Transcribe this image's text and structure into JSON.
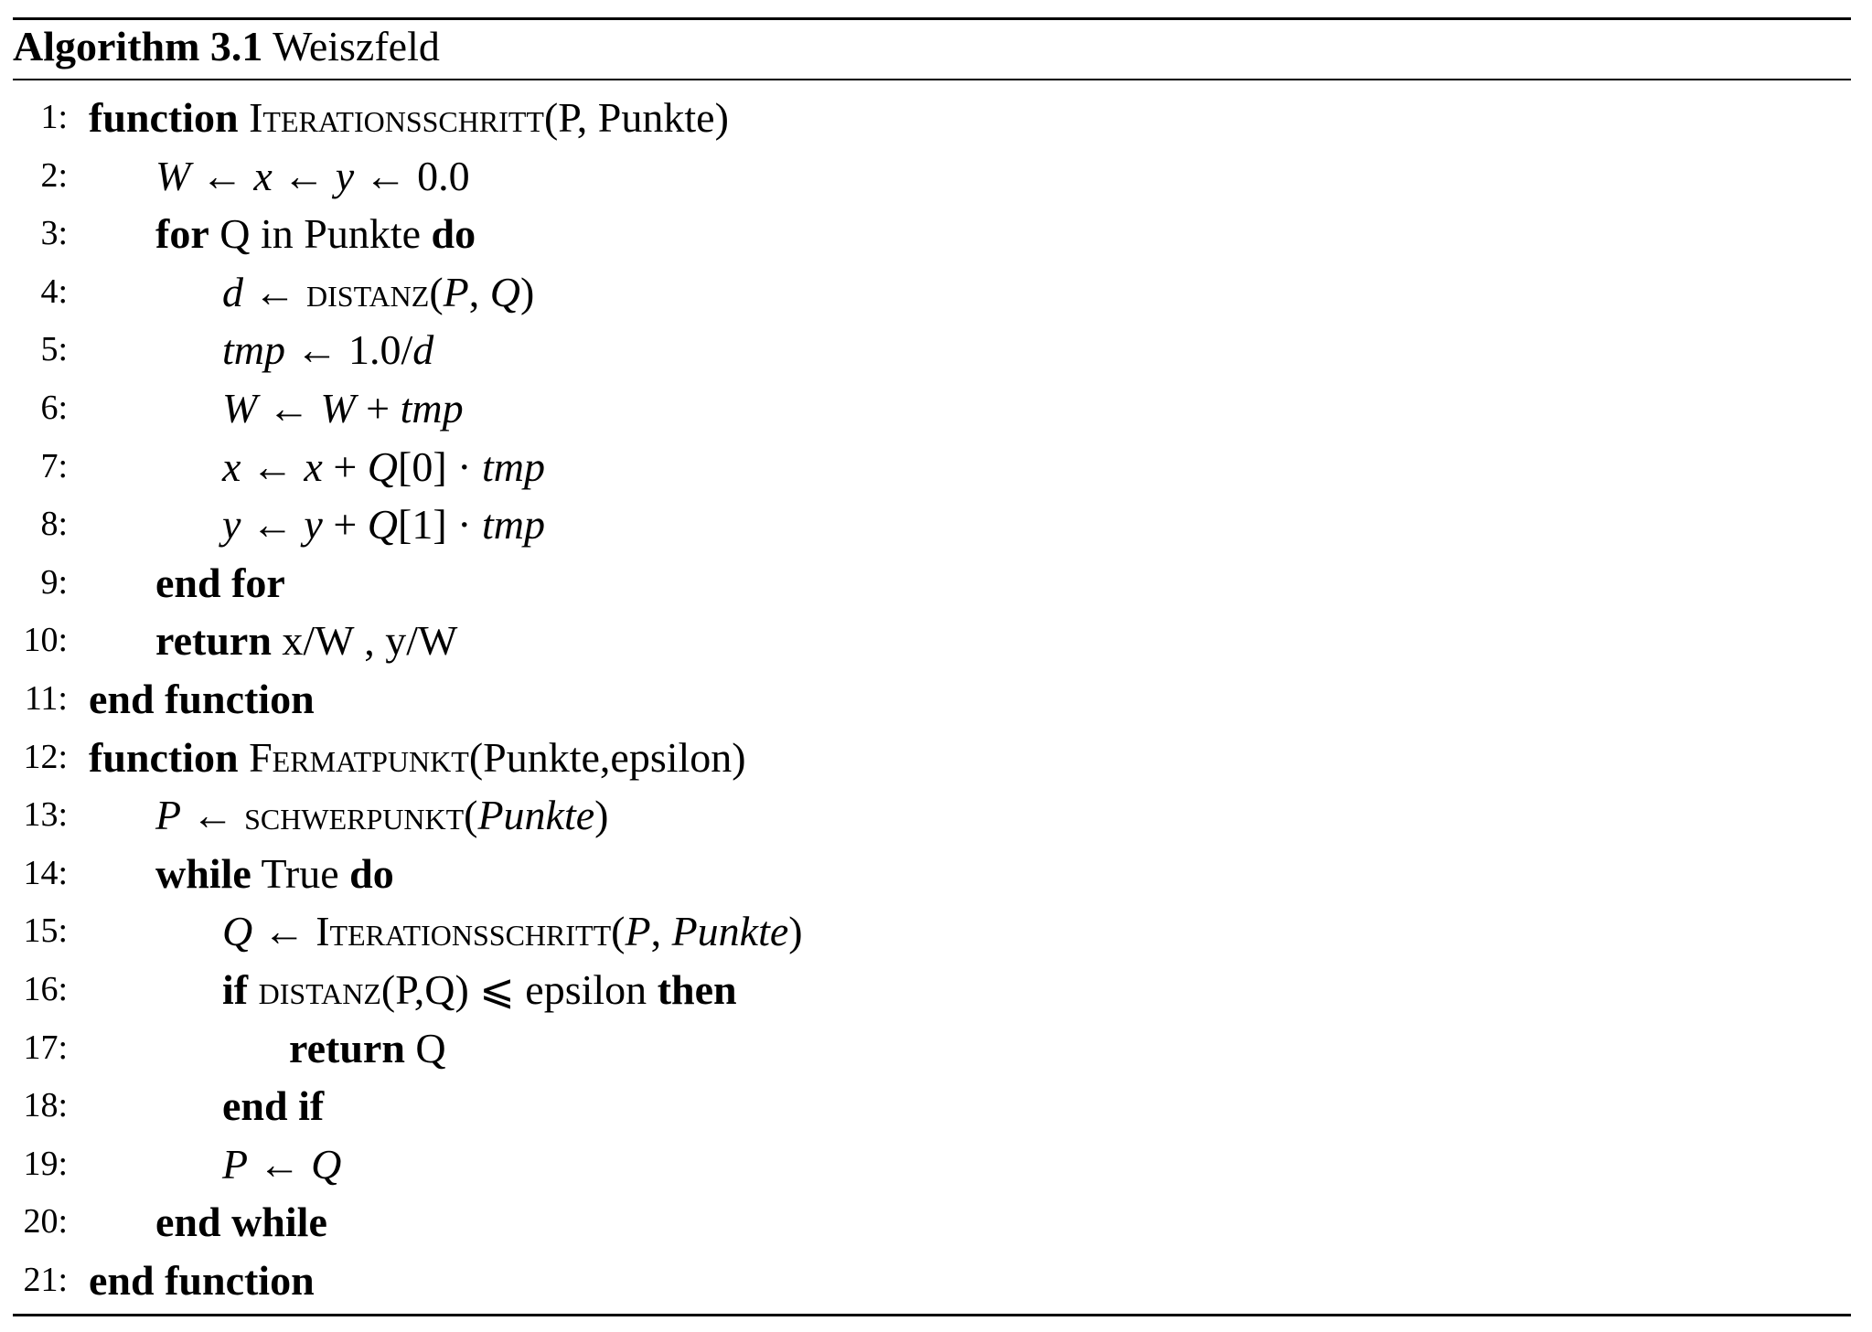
{
  "algorithm": {
    "label": "Algorithm 3.1",
    "name": "Weiszfeld"
  },
  "lines": [
    {
      "number": "1:",
      "indent": 0,
      "tokens": [
        {
          "t": "function",
          "s": "kw"
        },
        {
          "t": " "
        },
        {
          "t": "Iterationsschritt",
          "s": "sc"
        },
        {
          "t": "(P, Punkte)"
        }
      ]
    },
    {
      "number": "2:",
      "indent": 1,
      "tokens": [
        {
          "t": "W",
          "s": "it"
        },
        {
          "t": " ← "
        },
        {
          "t": "x",
          "s": "it"
        },
        {
          "t": " ← "
        },
        {
          "t": "y",
          "s": "it"
        },
        {
          "t": " ← 0.0"
        }
      ]
    },
    {
      "number": "3:",
      "indent": 1,
      "tokens": [
        {
          "t": "for",
          "s": "kw"
        },
        {
          "t": " Q in Punkte "
        },
        {
          "t": "do",
          "s": "kw"
        }
      ]
    },
    {
      "number": "4:",
      "indent": 2,
      "tokens": [
        {
          "t": "d",
          "s": "it"
        },
        {
          "t": " ← "
        },
        {
          "t": "distanz",
          "s": "sc"
        },
        {
          "t": "("
        },
        {
          "t": "P",
          "s": "it"
        },
        {
          "t": ", "
        },
        {
          "t": "Q",
          "s": "it"
        },
        {
          "t": ")"
        }
      ]
    },
    {
      "number": "5:",
      "indent": 2,
      "tokens": [
        {
          "t": "tmp",
          "s": "it"
        },
        {
          "t": " ← 1.0/"
        },
        {
          "t": "d",
          "s": "it"
        }
      ]
    },
    {
      "number": "6:",
      "indent": 2,
      "tokens": [
        {
          "t": "W",
          "s": "it"
        },
        {
          "t": " ← "
        },
        {
          "t": "W",
          "s": "it"
        },
        {
          "t": " + "
        },
        {
          "t": "tmp",
          "s": "it"
        }
      ]
    },
    {
      "number": "7:",
      "indent": 2,
      "tokens": [
        {
          "t": "x",
          "s": "it"
        },
        {
          "t": " ← "
        },
        {
          "t": "x",
          "s": "it"
        },
        {
          "t": " + "
        },
        {
          "t": "Q",
          "s": "it"
        },
        {
          "t": "[0] · "
        },
        {
          "t": "tmp",
          "s": "it"
        }
      ]
    },
    {
      "number": "8:",
      "indent": 2,
      "tokens": [
        {
          "t": "y",
          "s": "it"
        },
        {
          "t": " ← "
        },
        {
          "t": "y",
          "s": "it"
        },
        {
          "t": " + "
        },
        {
          "t": "Q",
          "s": "it"
        },
        {
          "t": "[1] · "
        },
        {
          "t": "tmp",
          "s": "it"
        }
      ]
    },
    {
      "number": "9:",
      "indent": 1,
      "tokens": [
        {
          "t": "end for",
          "s": "kw"
        }
      ]
    },
    {
      "number": "10:",
      "indent": 1,
      "tokens": [
        {
          "t": "return",
          "s": "kw"
        },
        {
          "t": " x/W , y/W"
        }
      ]
    },
    {
      "number": "11:",
      "indent": 0,
      "tokens": [
        {
          "t": "end function",
          "s": "kw"
        }
      ]
    },
    {
      "number": "12:",
      "indent": 0,
      "tokens": [
        {
          "t": "function",
          "s": "kw"
        },
        {
          "t": " "
        },
        {
          "t": "Fermatpunkt",
          "s": "sc"
        },
        {
          "t": "(Punkte,epsilon)"
        }
      ]
    },
    {
      "number": "13:",
      "indent": 1,
      "tokens": [
        {
          "t": "P",
          "s": "it"
        },
        {
          "t": " ← "
        },
        {
          "t": "schwerpunkt",
          "s": "sc"
        },
        {
          "t": "("
        },
        {
          "t": "Punkte",
          "s": "it"
        },
        {
          "t": ")"
        }
      ]
    },
    {
      "number": "14:",
      "indent": 1,
      "tokens": [
        {
          "t": "while",
          "s": "kw"
        },
        {
          "t": " True "
        },
        {
          "t": "do",
          "s": "kw"
        }
      ]
    },
    {
      "number": "15:",
      "indent": 2,
      "tokens": [
        {
          "t": "Q",
          "s": "it"
        },
        {
          "t": " ← "
        },
        {
          "t": "Iterationsschritt",
          "s": "sc"
        },
        {
          "t": "("
        },
        {
          "t": "P",
          "s": "it"
        },
        {
          "t": ", "
        },
        {
          "t": "Punkte",
          "s": "it"
        },
        {
          "t": ")"
        }
      ]
    },
    {
      "number": "16:",
      "indent": 2,
      "tokens": [
        {
          "t": "if",
          "s": "kw"
        },
        {
          "t": " "
        },
        {
          "t": "distanz",
          "s": "sc"
        },
        {
          "t": "(P,Q) ⩽ epsilon "
        },
        {
          "t": "then",
          "s": "kw"
        }
      ]
    },
    {
      "number": "17:",
      "indent": 3,
      "tokens": [
        {
          "t": "return",
          "s": "kw"
        },
        {
          "t": " Q"
        }
      ]
    },
    {
      "number": "18:",
      "indent": 2,
      "tokens": [
        {
          "t": "end if",
          "s": "kw"
        }
      ]
    },
    {
      "number": "19:",
      "indent": 2,
      "tokens": [
        {
          "t": "P",
          "s": "it"
        },
        {
          "t": " ← "
        },
        {
          "t": "Q",
          "s": "it"
        }
      ]
    },
    {
      "number": "20:",
      "indent": 1,
      "tokens": [
        {
          "t": "end while",
          "s": "kw"
        }
      ]
    },
    {
      "number": "21:",
      "indent": 0,
      "tokens": [
        {
          "t": "end function",
          "s": "kw"
        }
      ]
    }
  ]
}
